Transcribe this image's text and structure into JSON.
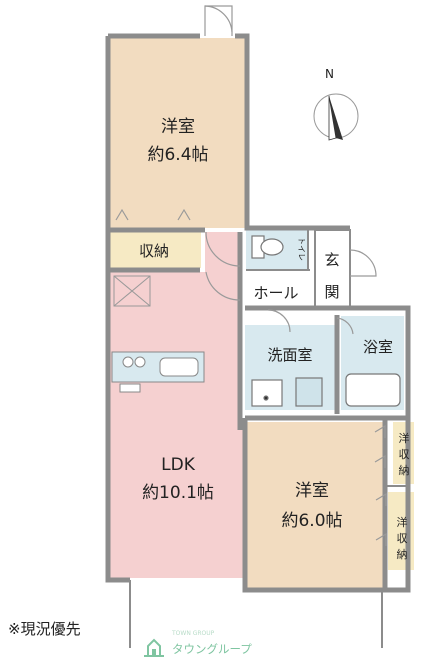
{
  "rooms": {
    "western_north": {
      "name": "洋室",
      "size": "約6.4帖"
    },
    "storage": "収納",
    "toilet": "トイレ",
    "entrance": "玄関",
    "hall": "ホール",
    "washroom": "洗面室",
    "bathroom": "浴室",
    "ldk": {
      "name": "LDK",
      "size": "約10.1帖"
    },
    "western_south": {
      "name": "洋室",
      "size": "約6.0帖"
    },
    "closet_upper": "洋収納",
    "closet_lower": "洋収納"
  },
  "compass": {
    "label": "N"
  },
  "note": "※現況優先",
  "brand": {
    "name": "タウングループ",
    "sub": "TOWN GROUP"
  },
  "colors": {
    "western_room": "#f2dcc0",
    "ldk": "#f5d0d0",
    "storage": "#f6eac4",
    "wet_area": "#d8e9ef",
    "wall": "#8c8c8c",
    "brand": "#7fc5a1"
  }
}
